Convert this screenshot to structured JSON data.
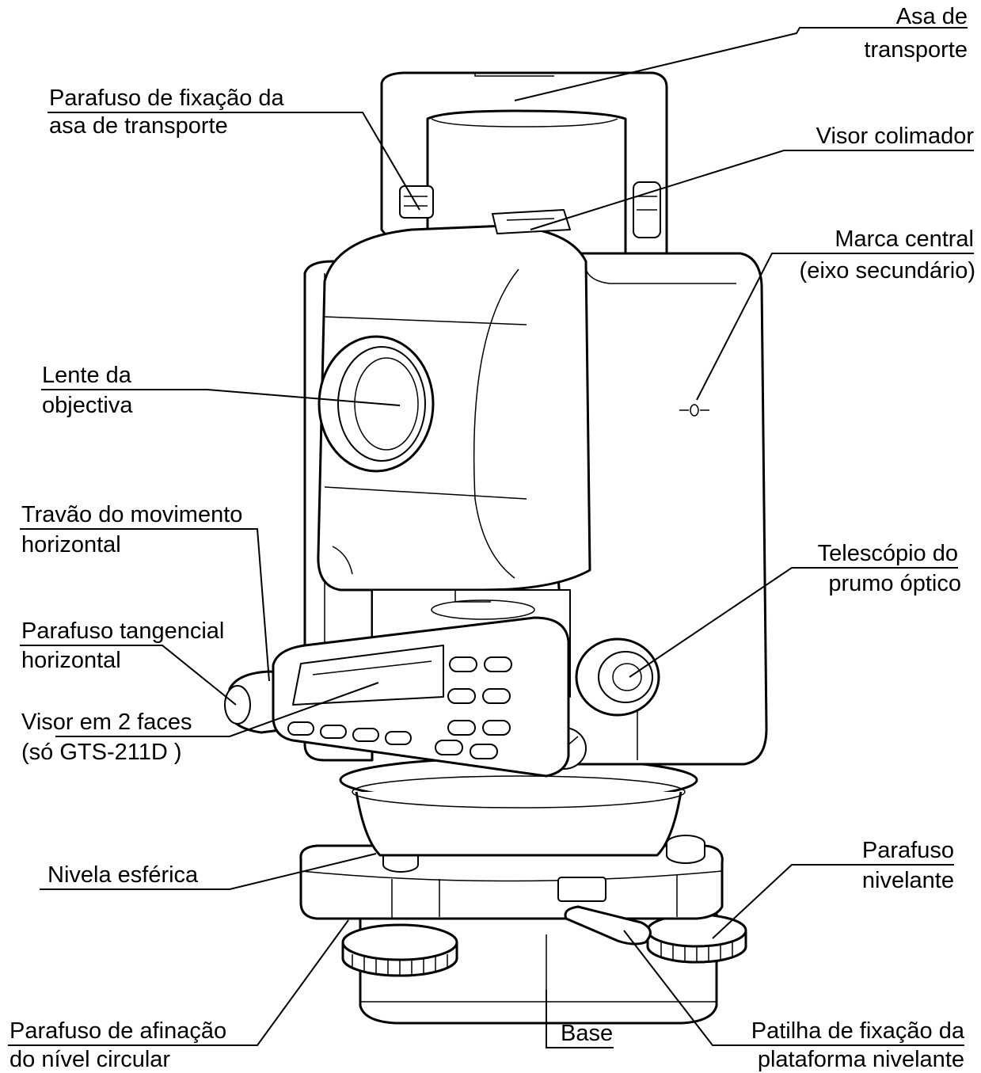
{
  "figure": {
    "subject": "total-station",
    "model": "GTS-211D"
  },
  "labels": {
    "asa_1": "Asa de",
    "asa_2": "transporte",
    "parafuso_fix_1": "Parafuso de fixação da",
    "parafuso_fix_2": "asa de transporte",
    "visor_colimador": "Visor colimador",
    "marca_1": "Marca central",
    "marca_2": "(eixo secundário)",
    "lente_1": "Lente da",
    "lente_2": "objectiva",
    "travao_1": "Travão do movimento",
    "travao_2": "horizontal",
    "telescopio_1": "Telescópio do",
    "telescopio_2": "prumo óptico",
    "tangencial_1": "Parafuso tangencial",
    "tangencial_2": "horizontal",
    "visor_faces_1": "Visor em 2 faces",
    "visor_faces_2": "(só GTS-211D )",
    "nivela": "Nivela esférica",
    "nivelante_1": "Parafuso",
    "nivelante_2": "nivelante",
    "afinacao_1": "Parafuso de afinação",
    "afinacao_2": "do nível circular",
    "base": "Base",
    "patilha_1": "Patilha de fixação da",
    "patilha_2": "plataforma nivelante"
  },
  "colors": {
    "line": "#000000",
    "background": "#ffffff"
  }
}
